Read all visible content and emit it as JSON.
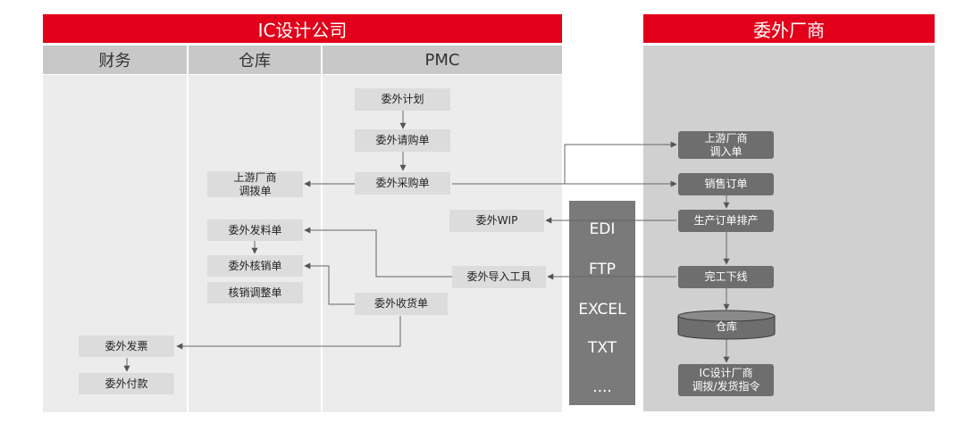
{
  "sections": {
    "ic_company": "IC设计公司",
    "subcontractor": "委外厂商"
  },
  "lanes": {
    "finance": "财务",
    "warehouse": "仓库",
    "pmc": "PMC"
  },
  "nodes": {
    "pmc_plan": "委外计划",
    "pmc_request": "委外请购单",
    "pmc_purchase": "委外采购单",
    "pmc_wip": "委外WIP",
    "pmc_import_tool": "委外导入工具",
    "pmc_receipt": "委外收货单",
    "wh_upstream_transfer": "上游厂商\n调拨单",
    "wh_issue": "委外发料单",
    "wh_writeoff": "委外核销单",
    "wh_writeoff_adjust": "核销调整单",
    "fin_invoice": "委外发票",
    "fin_payment": "委外付款",
    "v_upstream_in": "上游厂商\n调入单",
    "v_sales_order": "销售订单",
    "v_production": "生产订单排产",
    "v_complete": "完工下线",
    "v_warehouse": "仓库",
    "v_dispatch": "IC设计厂商\n调拨/发货指令"
  },
  "formats": [
    "EDI",
    "FTP",
    "EXCEL",
    "TXT",
    "...."
  ],
  "colors": {
    "header_red": "#e2001a",
    "subheader_gray": "#c8c8c8",
    "lane_bg": "#ececec",
    "vendor_bg": "#d0d0d0",
    "light_box": "#dcdcdc",
    "dark_box": "#6e6e6e",
    "format_panel": "#7a7a7a"
  }
}
